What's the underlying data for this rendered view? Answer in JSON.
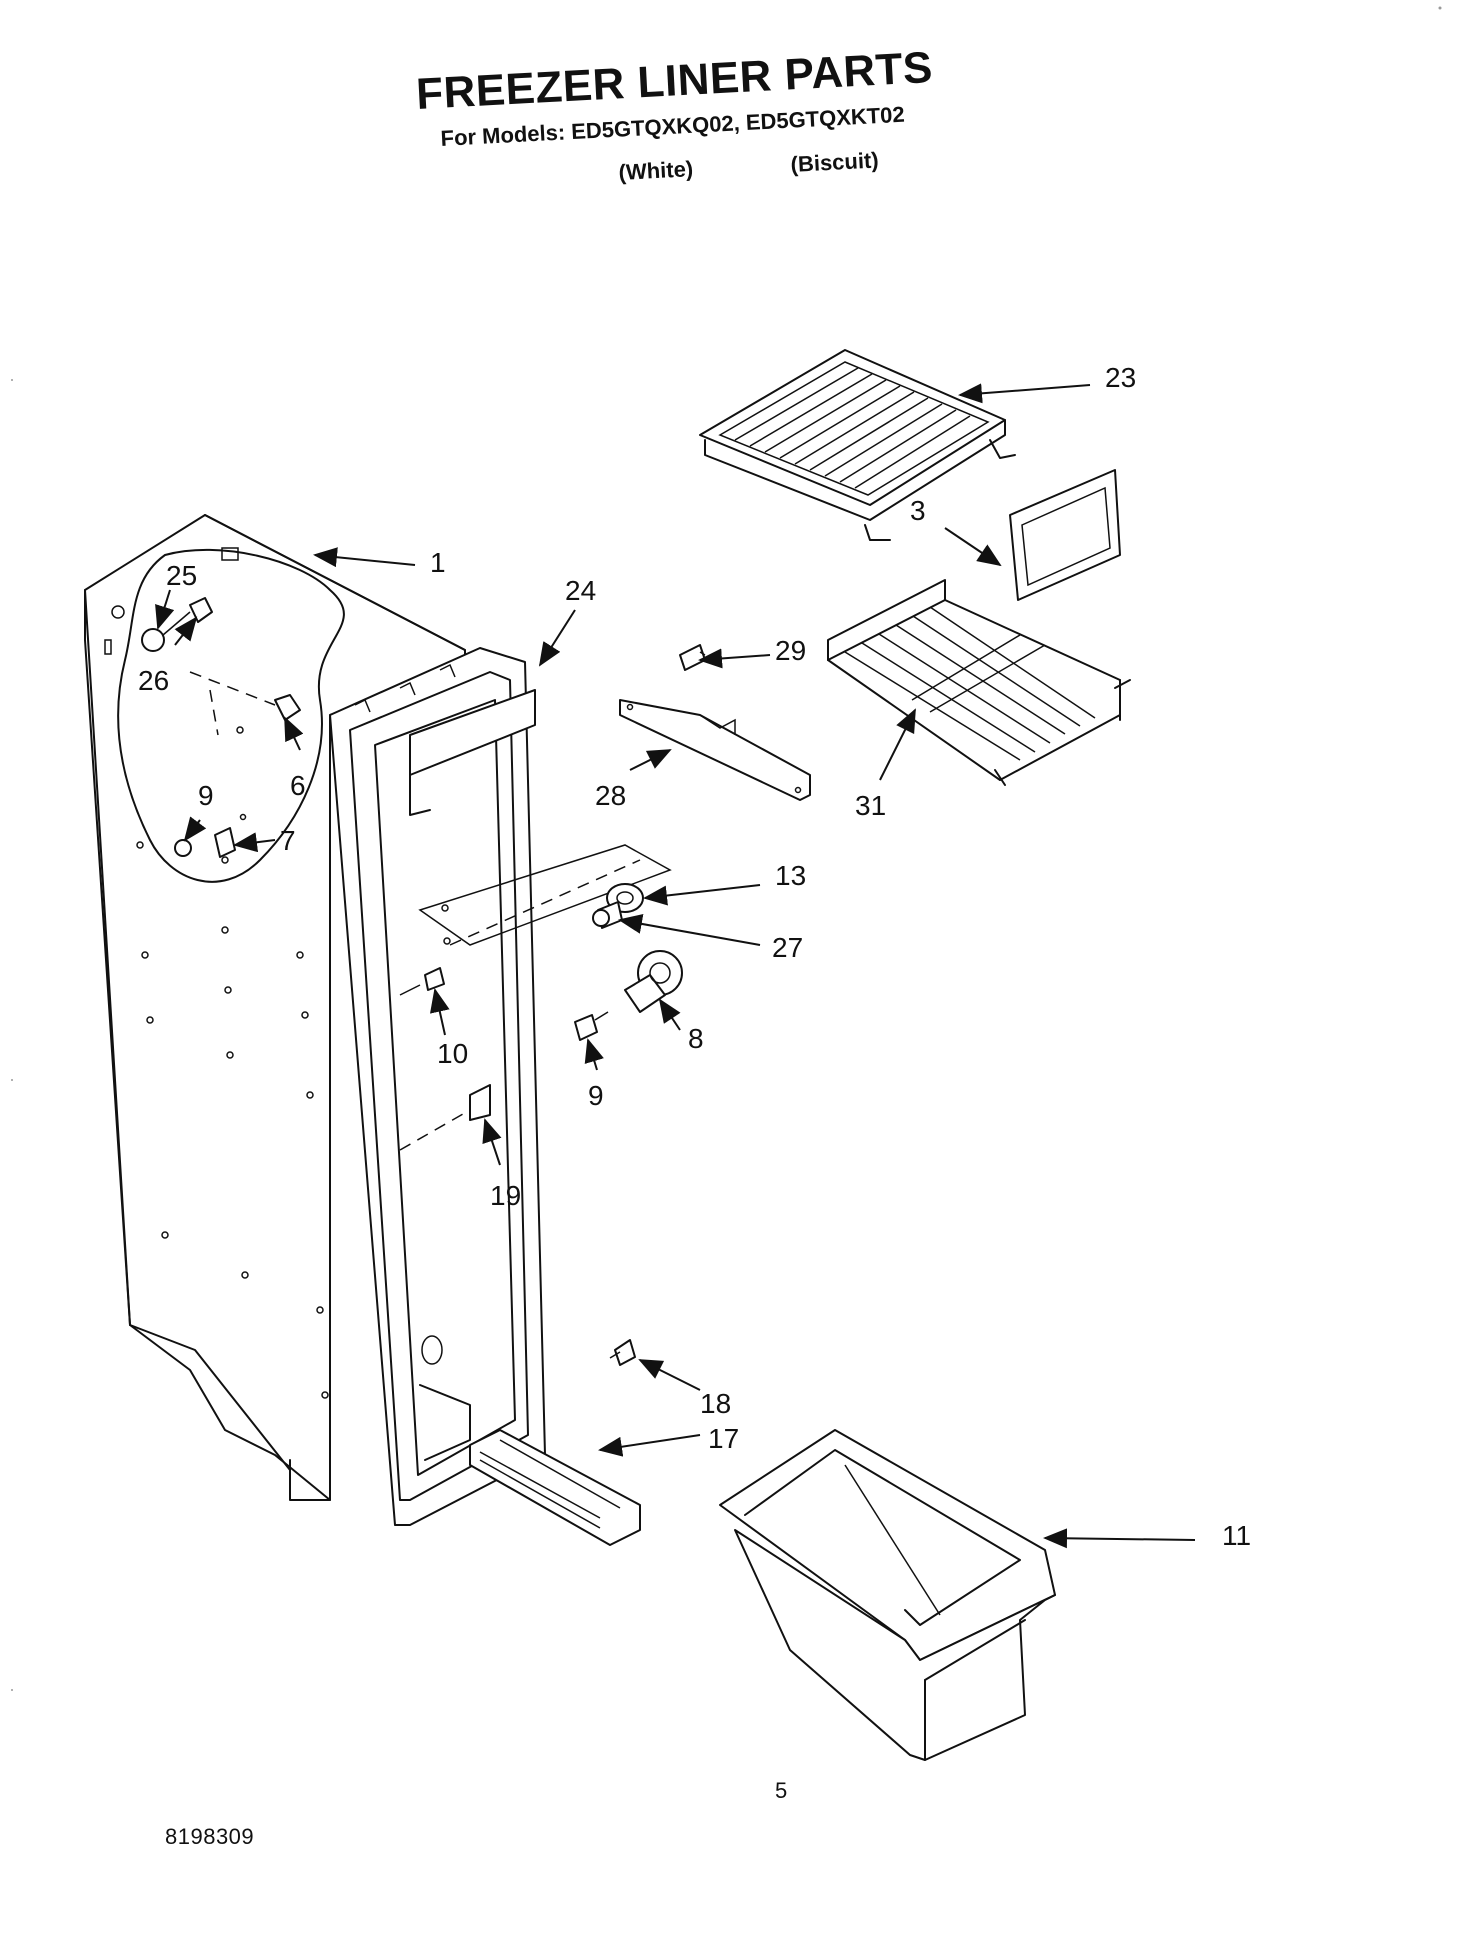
{
  "header": {
    "title": "FREEZER LINER PARTS",
    "models_line": "For Models: ED5GTQXKQ02, ED5GTQXKT02",
    "variant_white": "(White)",
    "variant_biscuit": "(Biscuit)"
  },
  "callouts": {
    "c1": "1",
    "c3": "3",
    "c6": "6",
    "c7": "7",
    "c8": "8",
    "c9a": "9",
    "c9b": "9",
    "c10": "10",
    "c11": "11",
    "c13": "13",
    "c17": "17",
    "c18": "18",
    "c19": "19",
    "c23": "23",
    "c24": "24",
    "c25": "25",
    "c26": "26",
    "c27": "27",
    "c28": "28",
    "c29": "29",
    "c31": "31"
  },
  "footer": {
    "page_number": "5",
    "document_number": "8198309"
  }
}
